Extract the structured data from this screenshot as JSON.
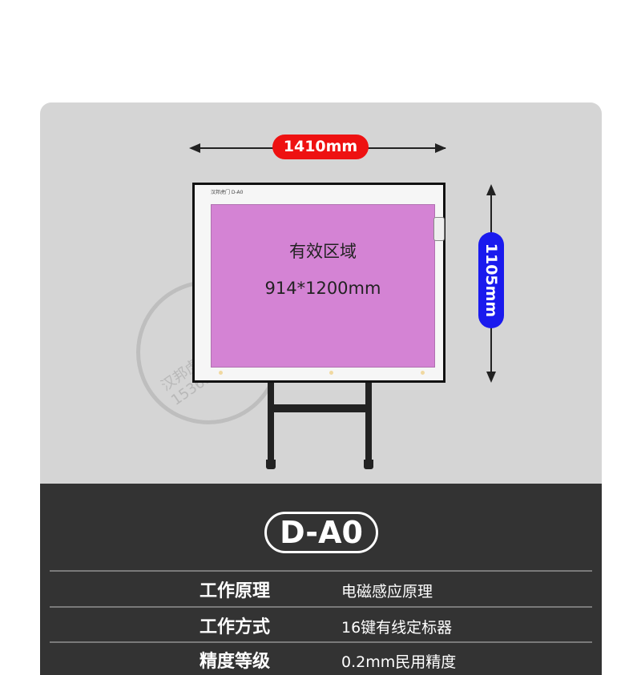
{
  "dimensions": {
    "width_label": "1410mm",
    "height_label": "1105mm"
  },
  "board": {
    "logo_text": "汉邦虎门 D-A0",
    "active_area_label": "有效区域",
    "active_area_size": "914*1200mm"
  },
  "watermark": {
    "text": "汉邦虎门海宝店 15369878499"
  },
  "model": {
    "name": "D-A0"
  },
  "specs": [
    {
      "label": "工作原理",
      "value": "电磁感应原理"
    },
    {
      "label": "工作方式",
      "value": "16键有线定标器"
    },
    {
      "label": "精度等级",
      "value": "0.2mm民用精度"
    }
  ],
  "colors": {
    "width_pill": "#ee1111",
    "height_pill": "#1a1aee",
    "active_area": "#d483d4",
    "dark_panel": "#333333",
    "photo_bg": "#d5d5d5"
  }
}
